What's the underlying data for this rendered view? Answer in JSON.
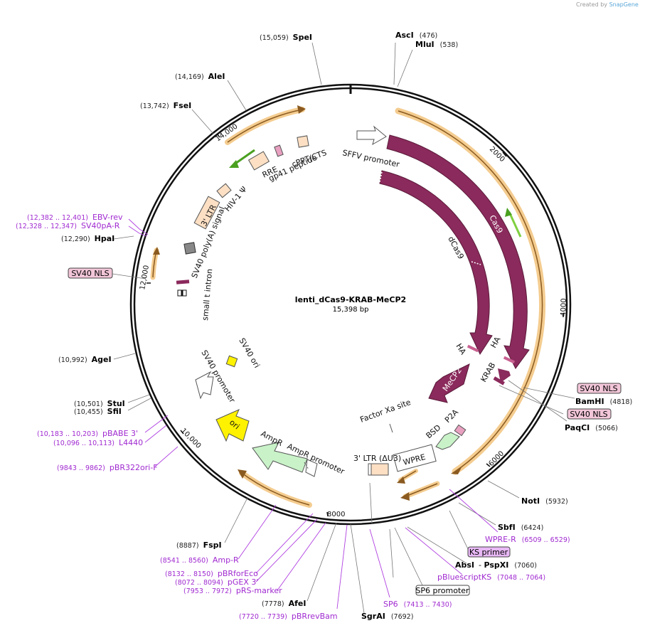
{
  "credit": {
    "prefix": "Created by",
    "brand": "SnapGene"
  },
  "plasmid": {
    "name": "lenti_dCas9-KRAB-MeCP2",
    "size_label": "15,398 bp"
  },
  "ticks": [
    "2000",
    "4000",
    "6000",
    "8000",
    "10,000",
    "12,000",
    "14,000"
  ],
  "sites_top": [
    {
      "pos": "(15,059)",
      "name": "SpeI"
    },
    {
      "name": "AscI",
      "pos": "(476)"
    },
    {
      "name": "MluI",
      "pos": "(538)"
    },
    {
      "pos": "(14,169)",
      "name": "AleI"
    },
    {
      "pos": "(13,742)",
      "name": "FseI"
    }
  ],
  "sites_left": [
    {
      "pos": "(12,290)",
      "name": "HpaI"
    },
    {
      "pos": "(10,992)",
      "name": "AgeI"
    },
    {
      "pos": "(10,501)",
      "name": "StuI"
    },
    {
      "pos": "(10,455)",
      "name": "SfiI"
    }
  ],
  "sites_right": [
    {
      "name": "BamHI",
      "pos": "(4818)"
    },
    {
      "name": "PaqCI",
      "pos": "(5066)"
    },
    {
      "name": "NotI",
      "pos": "(5932)"
    },
    {
      "name": "SbfI",
      "pos": "(6424)"
    },
    {
      "name": "AbsI",
      "sep": "- ",
      "name2": "PspXI",
      "pos": "(7060)"
    }
  ],
  "sites_bottom": [
    {
      "pos": "(8887)",
      "name": "FspI"
    },
    {
      "pos": "(7778)",
      "name": "AfeI"
    },
    {
      "name": "SgrAI",
      "pos": "(7692)"
    }
  ],
  "primers_left": [
    {
      "pos": "(12,382 .. 12,401)",
      "name": "EBV-rev"
    },
    {
      "pos": "(12,328 .. 12,347)",
      "name": "SV40pA-R"
    },
    {
      "pos": "(10,183 .. 10,203)",
      "name": "pBABE 3'"
    },
    {
      "pos": "(10,096 .. 10,113)",
      "name": "L4440"
    },
    {
      "pos": "(9843 .. 9862)",
      "name": "pBR322ori-F"
    }
  ],
  "primers_bottom": [
    {
      "pos": "(8541 .. 8560)",
      "name": "Amp-R"
    },
    {
      "pos": "(8132 .. 8150)",
      "name": "pBRforEco"
    },
    {
      "pos": "(8072 .. 8094)",
      "name": "pGEX 3'"
    },
    {
      "pos": "(7953 .. 7972)",
      "name": "pRS-marker"
    },
    {
      "pos": "(7720 .. 7739)",
      "name": "pBRrevBam"
    },
    {
      "name": "SP6",
      "pos": "(7413 .. 7430)"
    },
    {
      "name": "pBluescriptKS",
      "pos": "(7048 .. 7064)"
    },
    {
      "name": "WPRE-R",
      "pos": "(6509 .. 6529)"
    }
  ],
  "boxed": [
    {
      "name": "SV40 NLS",
      "style": "pink"
    },
    {
      "name": "SV40 NLS",
      "style": "pink"
    },
    {
      "name": "SV40 NLS",
      "style": "pink"
    },
    {
      "name": "KS primer",
      "style": "violet"
    },
    {
      "name": "SP6 promoter",
      "style": "white"
    }
  ],
  "features": {
    "sffv": "SFFV promoter",
    "cas9": "Cas9",
    "dcas9": "dCas9",
    "ha1": "HA",
    "ha2": "HA",
    "krab": "KRAB",
    "mecp2": "MeCP2",
    "factorxa": "Factor Xa site",
    "p2a": "P2A",
    "bsd": "BSD",
    "wpre": "WPRE",
    "ltr3du3": "3' LTR (ΔU3)",
    "ampr_promoter": "AmpR promoter",
    "ampr": "AmpR",
    "ori": "ori",
    "sv40_promoter": "SV40 promoter",
    "sv40_ori": "SV40 ori",
    "small_t": "small t intron",
    "sv40_polya": "SV40 poly(A) signal",
    "ltr3": "3' LTR",
    "hiv": "HIV-1 Ψ",
    "rre": "RRE",
    "gp41": "gp41 peptide",
    "cppt": "cPPT/CTS"
  },
  "colors": {
    "backbone": "#111111",
    "cas9": "#8b2a5c",
    "orf": "#f2c68a",
    "green": "#4aa020",
    "ampr": "#c9f2c8",
    "ori": "#fff200",
    "pink_box": "#f2c6d8",
    "violet_box": "#e8b8f5",
    "primer": "#a02ad0",
    "feature_peach": "#fde0c4"
  }
}
